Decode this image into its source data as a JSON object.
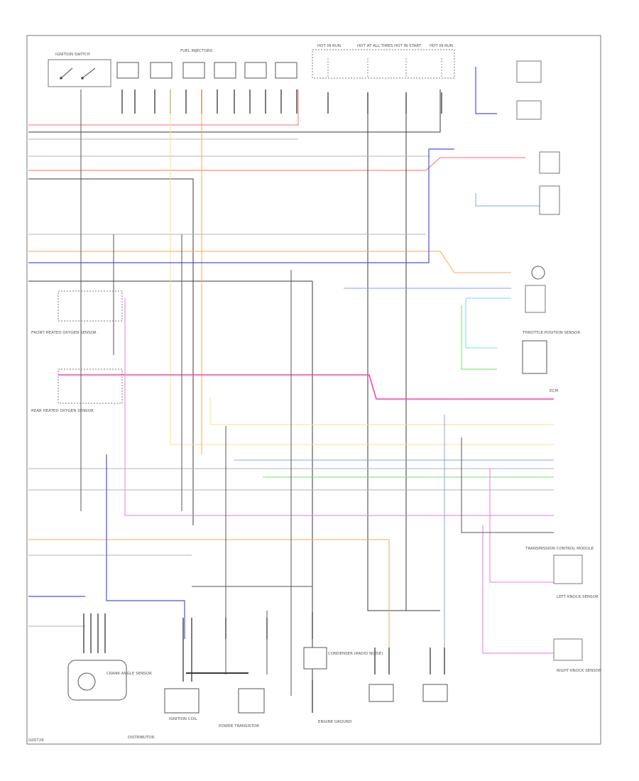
{
  "diagram": {
    "labels": {
      "fuel_injectors": "FUEL INJECTORS",
      "ignition_switch": "IGNITION SWITCH",
      "relay_hot_a": "HOT IN RUN",
      "relay_hot_b": "HOT AT ALL TIMES",
      "relay_hot_c": "HOT IN START",
      "relay_hot_d": "HOT IN RUN",
      "distributor": "DISTRIBUTOR",
      "ignition_coil": "IGNITION COIL",
      "power_transistor": "POWER TRANSISTOR",
      "condenser": "CONDENSER (RADIO NOISE)",
      "crank_sensor": "CRANK ANGLE SENSOR",
      "front_o2": "FRONT HEATED OXYGEN SENSOR",
      "rear_o2": "REAR HEATED OXYGEN SENSOR",
      "left_knock": "LEFT KNOCK SENSOR",
      "right_knock": "RIGHT KNOCK SENSOR",
      "throttle_sensor": "THROTTLE POSITION SENSOR",
      "tcm": "TRANSMISSION CONTROL MODULE",
      "ecm": "ECM",
      "engine_ground": "ENGINE GROUND",
      "page_ref": "G00726"
    },
    "wire_colors": {
      "red": "#ff6b6b",
      "pink": "#f7b0b8",
      "yellow": "#f4e37a",
      "orange": "#f5a85a",
      "blue": "#4a52e8",
      "light_blue": "#8a9cff",
      "green": "#6fe06f",
      "cyan": "#6fe0e8",
      "magenta": "#ff3fb0",
      "violet": "#ee74ee",
      "black": "#3a3a3a",
      "gray": "#b5b5b5"
    }
  }
}
